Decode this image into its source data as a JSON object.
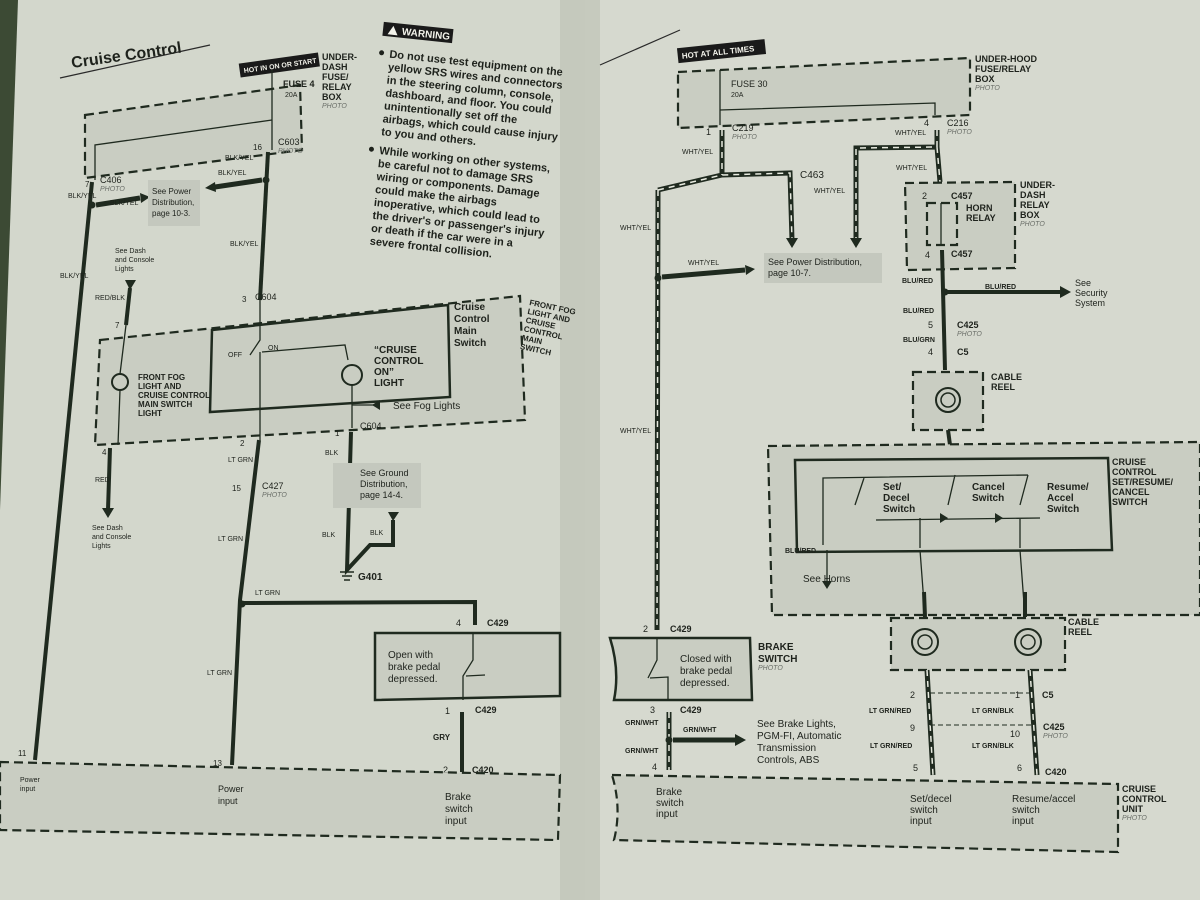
{
  "left_page": {
    "title": "Cruise Control",
    "hot_tag": "HOT IN ON OR START",
    "fuse_box": [
      "UNDER-",
      "DASH",
      "FUSE/",
      "RELAY",
      "BOX",
      "PHOTO"
    ],
    "fuse": "FUSE 4",
    "fuse_rating": "20A",
    "c406": "C406",
    "c406_pin": "7",
    "c406_photo": "PHOTO",
    "c603": "C603",
    "c603_pin": "16",
    "c603_photo": "PHOTO",
    "wire_blk_yel": "BLK/YEL",
    "see_power": [
      "See Power",
      "Distribution,",
      "page 10-3."
    ],
    "see_dash_top": [
      "See Dash",
      "and Console",
      "Lights"
    ],
    "wire_red_blk": "RED/BLK",
    "pin7": "7",
    "c604_top": "C604",
    "c604_top_pin": "3",
    "switch_inner": [
      "Cruise",
      "Control",
      "Main",
      "Switch"
    ],
    "switch_outer": [
      "FRONT FOG",
      "LIGHT AND",
      "CRUISE",
      "CONTROL",
      "MAIN",
      "SWITCH"
    ],
    "off": "OFF",
    "on": "ON",
    "cruise_light": [
      "“CRUISE",
      "CONTROL",
      "ON”",
      "LIGHT"
    ],
    "fog_light": [
      "FRONT FOG",
      "LIGHT AND",
      "CRUISE CONTROL",
      "MAIN SWITCH",
      "LIGHT"
    ],
    "see_fog": "See Fog Lights",
    "c604_bot": "C604",
    "c604_bot_pin": "1",
    "pin2": "2",
    "pin4": "4",
    "wire_red": "RED",
    "see_dash_bot": [
      "See Dash",
      "and Console",
      "Lights"
    ],
    "wire_lt_grn": "LT GRN",
    "c427": "C427",
    "c427_pin": "15",
    "c427_photo": "PHOTO",
    "wire_blk": "BLK",
    "see_ground": [
      "See Ground",
      "Distribution,",
      "page 14-4."
    ],
    "g401": "G401",
    "c429_top": "C429",
    "c429_top_pin": "4",
    "brake_note": [
      "Open with",
      "brake pedal",
      "depressed."
    ],
    "c429_bot": "C429",
    "c429_bot_pin": "1",
    "wire_gry": "GRY",
    "c420": "C420",
    "c420_pin": "2",
    "pin13": "13",
    "pin11": "11",
    "unit_labels": {
      "power1": [
        "Power",
        "input"
      ],
      "power2": [
        "Power",
        "input"
      ],
      "brake": [
        "Brake",
        "switch",
        "input"
      ]
    }
  },
  "warning": {
    "tag": "WARNING",
    "bullet1": [
      "Do not use test equipment on the",
      "yellow SRS wires and connectors",
      "in the steering column, console,",
      "dashboard, and floor. You could",
      "unintentionally set off the",
      "airbags, which could cause injury",
      "to you and others."
    ],
    "bullet2": [
      "While working on other systems,",
      "be careful not to damage SRS",
      "wiring or components. Damage",
      "could make the airbags",
      "inoperative, which could lead to",
      "the driver's or passenger's injury",
      "or death if the car were in a",
      "severe frontal collision."
    ]
  },
  "right_page": {
    "hot_tag": "HOT AT ALL TIMES",
    "fuse": "FUSE 30",
    "fuse_rating": "20A",
    "fuse_box": [
      "UNDER-HOOD",
      "FUSE/RELAY",
      "BOX",
      "PHOTO"
    ],
    "c219": "C219",
    "c219_pin": "1",
    "c219_photo": "PHOTO",
    "c216": "C216",
    "c216_pin": "4",
    "c216_photo": "PHOTO",
    "wire_wht_yel": "WHT/YEL",
    "c463": "C463",
    "see_power": [
      "See Power Distribution,",
      "page 10-7."
    ],
    "relay_box": [
      "UNDER-",
      "DASH",
      "RELAY",
      "BOX",
      "PHOTO"
    ],
    "horn_relay": [
      "HORN",
      "RELAY"
    ],
    "c457": "C457",
    "c457_pin_top": "2",
    "c457_pin_bot": "4",
    "wire_blu_red": "BLU/RED",
    "see_security": [
      "See",
      "Security",
      "System"
    ],
    "c425": "C425",
    "c425_pin": "5",
    "c425_photo": "PHOTO",
    "wire_blu_grn": "BLU/GRN",
    "c5": "C5",
    "c5_pin": "4",
    "cable_reel": [
      "CABLE",
      "REEL"
    ],
    "switch_box": [
      "CRUISE",
      "CONTROL",
      "SET/RESUME/",
      "CANCEL",
      "SWITCH"
    ],
    "set_decel": [
      "Set/",
      "Decel",
      "Switch"
    ],
    "cancel": [
      "Cancel",
      "Switch"
    ],
    "resume": [
      "Resume/",
      "Accel",
      "Switch"
    ],
    "see_horns": "See Horns",
    "cable_reel2": [
      "CABLE",
      "REEL"
    ],
    "c5_b": "C5",
    "c5_pin_a": "2",
    "c5_pin_b": "1",
    "wire_lt_grn_red": "LT GRN/RED",
    "wire_lt_grn_blk": "LT GRN/BLK",
    "c425_b": "C425",
    "c425_pin_a": "9",
    "c425_pin_b": "10",
    "c425_b_photo": "PHOTO",
    "c420": "C420",
    "c420_pin_a": "5",
    "c420_pin_b": "6",
    "c429_top": "C429",
    "c429_top_pin": "2",
    "brake_note": [
      "Closed with",
      "brake pedal",
      "depressed."
    ],
    "brake_switch": [
      "BRAKE",
      "SWITCH",
      "PHOTO"
    ],
    "c429_bot": "C429",
    "c429_bot_pin": "3",
    "wire_grn_wht": "GRN/WHT",
    "pin4": "4",
    "see_brake": [
      "See Brake Lights,",
      "PGM-FI, Automatic",
      "Transmission",
      "Controls, ABS"
    ],
    "unit": [
      "CRUISE",
      "CONTROL",
      "UNIT",
      "PHOTO"
    ],
    "unit_labels": {
      "brake": [
        "Brake",
        "switch",
        "input"
      ],
      "set": [
        "Set/decel",
        "switch",
        "input"
      ],
      "resume": [
        "Resume/accel",
        "switch",
        "input"
      ]
    }
  }
}
